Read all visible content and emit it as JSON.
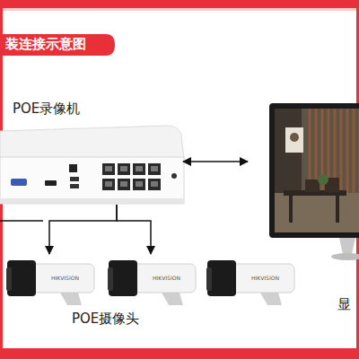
{
  "diagram": {
    "title": "装连接示意图",
    "nodes": [
      {
        "text": [
          "POE录像机"
        ]
      },
      {
        "text": [
          "显"
        ]
      },
      {
        "text": [
          "HIKVISION"
        ]
      },
      {
        "text": [
          "HIKVISION"
        ]
      },
      {
        "text": [
          "HIKVISION"
        ]
      }
    ],
    "edges": [
      {
        "from": 0,
        "to": 1,
        "arrow": "to"
      },
      {
        "from": 0,
        "to": 2,
        "arrow": "to"
      },
      {
        "from": 0,
        "to": 3,
        "arrow": "to"
      },
      {
        "from": 0,
        "to": 4,
        "arrow": "to"
      }
    ],
    "labels": [
      "POE摄像头"
    ]
  }
}
